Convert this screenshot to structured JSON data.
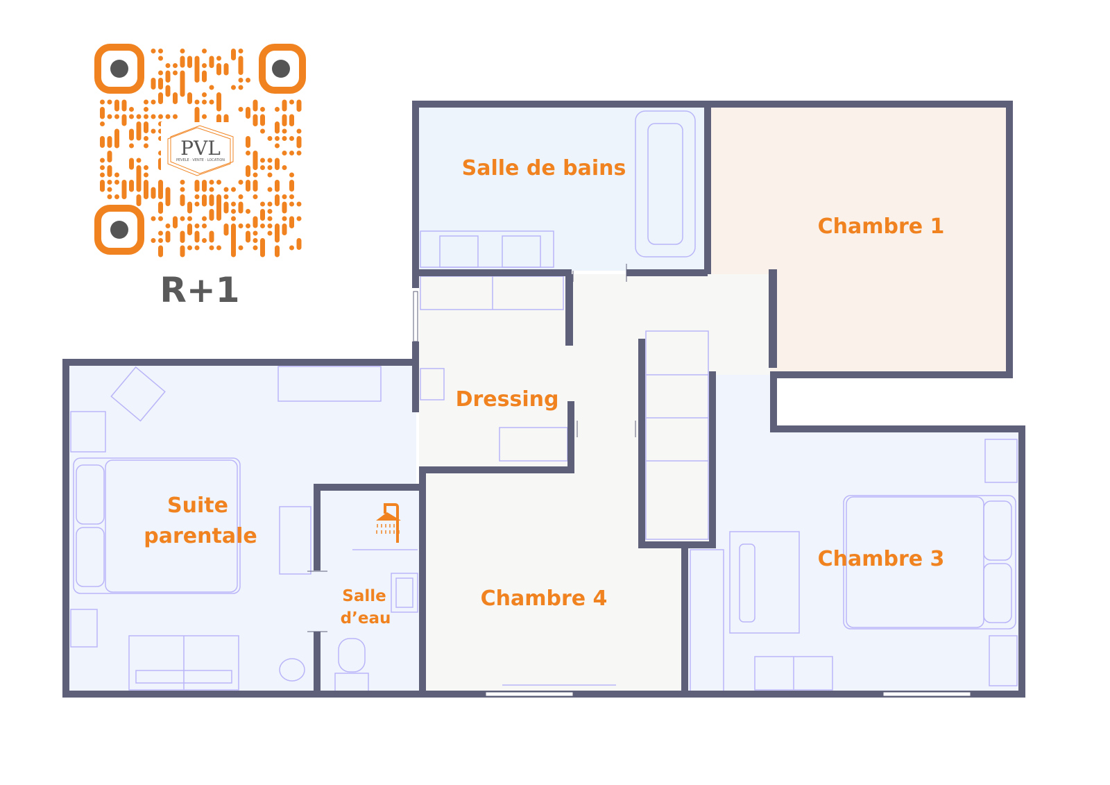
{
  "floor_label": "R+1",
  "logo": {
    "text": "PVL",
    "tagline": "PEVELE · VENTE · LOCATION"
  },
  "colors": {
    "accent": "#f08320",
    "wall": "#5e5f78",
    "furniture": "#b9b5f8"
  },
  "rooms": {
    "bathroom": "Salle de bains",
    "bedroom1": "Chambre 1",
    "dressing": "Dressing",
    "suite_line1": "Suite",
    "suite_line2": "parentale",
    "shower_room_line1": "Salle",
    "shower_room_line2": "d’eau",
    "bedroom4": "Chambre 4",
    "bedroom3": "Chambre 3"
  }
}
